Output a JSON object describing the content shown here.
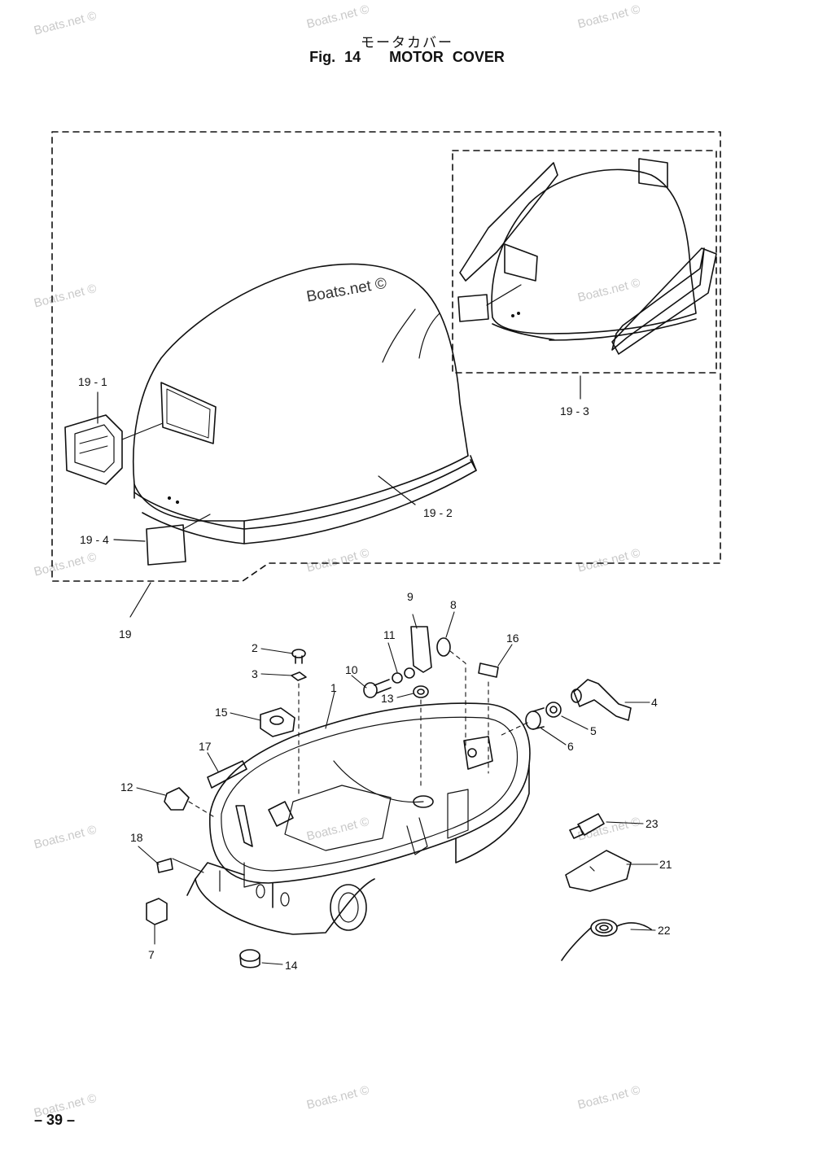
{
  "header": {
    "title_jp": "モータカバー",
    "figure_number": "Fig. 14",
    "figure_title": "MOTOR COVER"
  },
  "footer": {
    "page_number": "– 39 –"
  },
  "watermark": {
    "text": "Boats.net ©"
  },
  "part_labels": {
    "p1": "1",
    "p2": "2",
    "p3": "3",
    "p4": "4",
    "p5": "5",
    "p6": "6",
    "p7": "7",
    "p8": "8",
    "p9": "9",
    "p10": "10",
    "p11": "11",
    "p12": "12",
    "p13": "13",
    "p14": "14",
    "p15": "15",
    "p16": "16",
    "p17": "17",
    "p18": "18",
    "p19": "19",
    "p19_1": "19 - 1",
    "p19_2": "19 - 2",
    "p19_3": "19 - 3",
    "p19_4": "19 - 4",
    "p21": "21",
    "p22": "22",
    "p23": "23"
  }
}
